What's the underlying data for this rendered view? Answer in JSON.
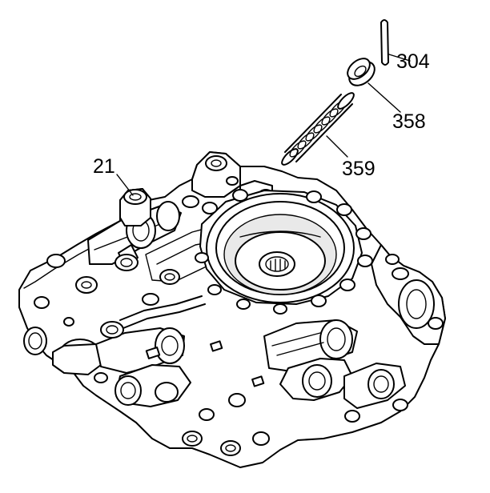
{
  "callouts": {
    "pin": "304",
    "seat": "358",
    "spring": "359",
    "body": "21"
  }
}
